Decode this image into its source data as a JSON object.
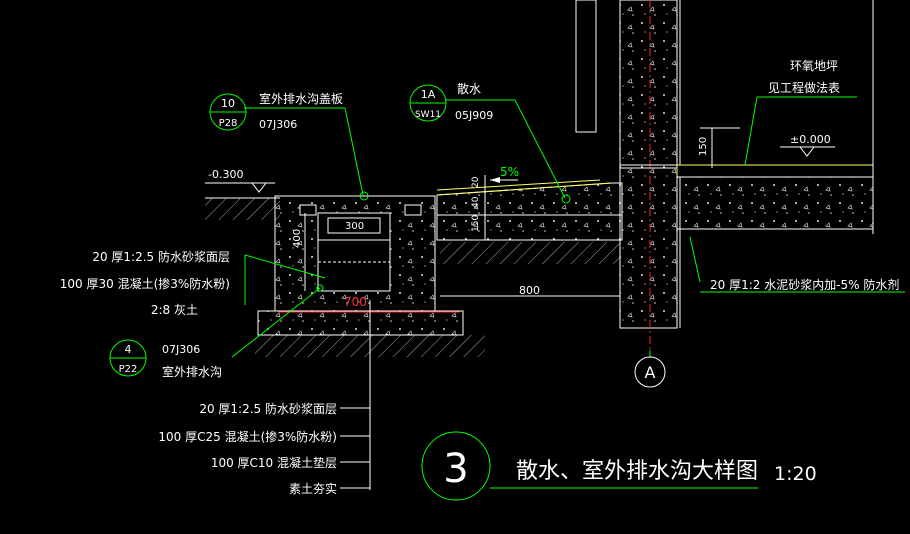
{
  "callouts": {
    "cover": {
      "number": "10",
      "page": "P28",
      "title": "室外排水沟盖板",
      "std": "07J306"
    },
    "apron": {
      "number": "1A",
      "page": "SW11",
      "title": "散水",
      "std": "05J909"
    },
    "trench": {
      "number": "4",
      "page": "P22",
      "title": "室外排水沟",
      "std": "07J306"
    }
  },
  "levels": {
    "outdoor": "-0.300",
    "indoor": "±0.000"
  },
  "slope": "5%",
  "dims": {
    "trench_width": "300",
    "trench_depth": "400",
    "total": "700",
    "apron_width": "800",
    "d20": "20",
    "d40": "40",
    "d150a": "150",
    "d150b": "150"
  },
  "left_layers": [
    "20 厚1:2.5  防水砂浆面层",
    "100 厚30 混凝土(掺3%防水粉)",
    "2:8 灰土"
  ],
  "bottom_layers": [
    "20 厚1:2.5  防水砂浆面层",
    "100  厚C25  混凝土(掺3%防水粉)",
    "100  厚C10  混凝土垫层",
    "素土夯实"
  ],
  "right_notes": {
    "floor": "环氧地坪",
    "floor_ref": "见工程做法表",
    "wall_layer": "20 厚1:2  水泥砂浆内加-5% 防水剂"
  },
  "axis_label": "A",
  "title": {
    "number": "3",
    "text": "散水、室外排水沟大样图",
    "scale": "1:20"
  }
}
